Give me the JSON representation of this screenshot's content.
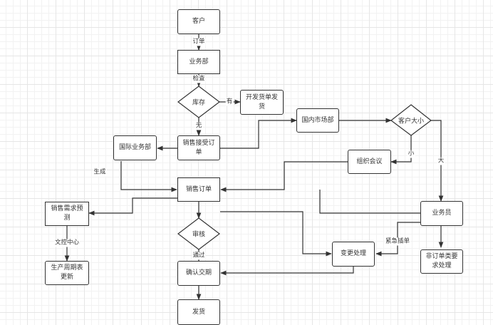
{
  "nodes": {
    "customer": "客户",
    "business_dept": "业务部",
    "inventory": "库存",
    "issue_invoice": "开发货单发货",
    "accept_order": "销售接受订单",
    "intl_dept": "国际业务部",
    "domestic_dept": "国内市场部",
    "customer_size": "客户大小",
    "meeting": "组织会议",
    "sales_order": "销售订单",
    "demand_forecast": "销售需求预测",
    "schedule_update": "生产周期表更新",
    "review": "审核",
    "confirm_delivery": "确认交期",
    "ship": "发货",
    "salesperson": "业务员",
    "change_handling": "变更处理",
    "non_order": "非订单类要求处理"
  },
  "edge_labels": {
    "order": "订单",
    "check": "检查",
    "have": "有",
    "none": "无",
    "generate": "生成",
    "small": "小",
    "large": "大",
    "control_center": "文控中心",
    "pass": "通过",
    "urgent": "紧急插单"
  }
}
